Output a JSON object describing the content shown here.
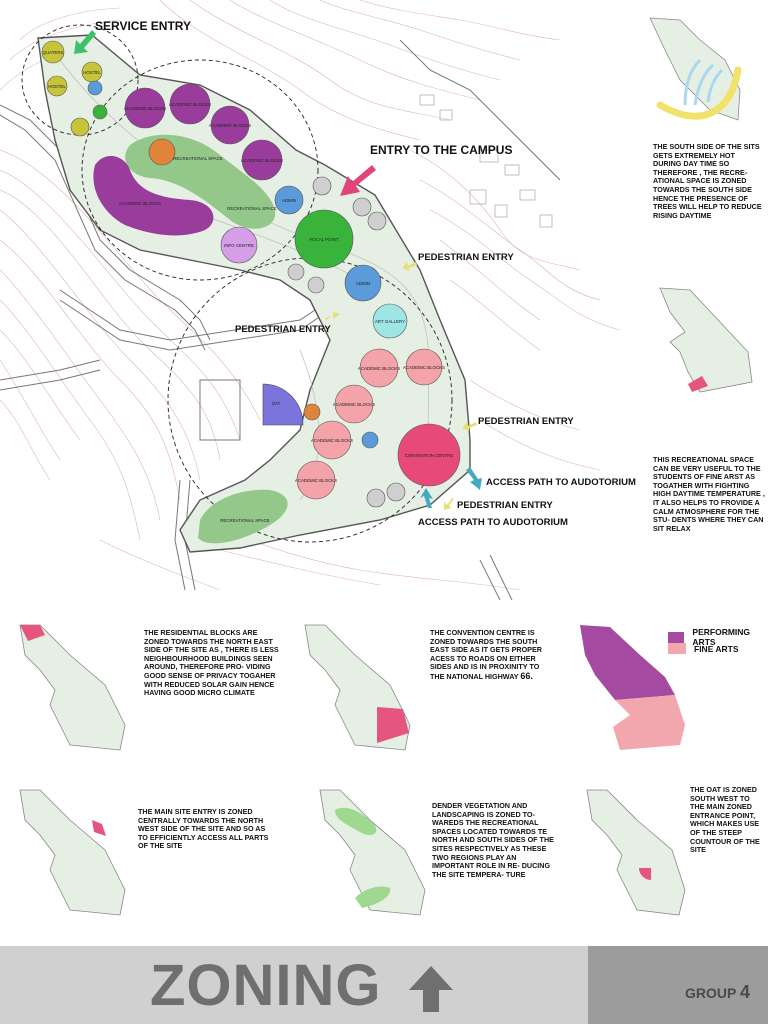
{
  "labels": {
    "service_entry": "SERVICE ENTRY",
    "entry_campus": "ENTRY TO THE CAMPUS",
    "pedestrian_entry_1": "PEDESTRIAN ENTRY",
    "pedestrian_entry_2": "PEDESTRIAN ENTRY",
    "pedestrian_entry_3": "PEDESTRIAN ENTRY",
    "pedestrian_entry_4": "PEDESTRIAN ENTRY",
    "access_path_1": "ACCESS PATH TO AUDOTORIUM",
    "access_path_2": "ACCESS PATH TO AUDOTORIUM"
  },
  "zones": {
    "quaters": "QUATERS",
    "hostel_1": "HOSTEL",
    "hostel_2": "HOSTEL",
    "academic_1": "ACADEMIC BLOCKS",
    "academic_2": "ACADEMIC BLOCKS",
    "academic_3": "ACADEMIC BLOCKS",
    "academic_4": "ACADEMIC BLOCKS",
    "academic_5": "ACADEMIC BLOCKS",
    "recreational_1": "RECREATIONAL SPACE",
    "recreational_2": "RECREATIONAL SPACE",
    "recreational_3": "RECREATIONAL SPACE",
    "admin_1": "ADMIN",
    "admin_2": "ADMIN",
    "info_centre": "INFO CENTRE",
    "focal_point": "FOCAL POINT",
    "art_gallery": "ART GALLERY",
    "fa_academic_1": "ACADEMIC BLOCKS",
    "fa_academic_2": "ACADEMIC BLOCKS",
    "fa_academic_3": "ACADEMIC BLOCKS",
    "fa_academic_4": "ACADEMIC BLOCKS",
    "fa_academic_5": "ACADEMIC BLOCKS",
    "oat": "OAT",
    "convention_centre": "CONVENTION CENTRE"
  },
  "notes": {
    "south_side": "THE SOUTH SIDE OF THE SITS GETS EXTREMELY HOT DURING DAY TIME SO THEREFORE , THE RECRE- ATIONAL SPACE IS ZONED TOWARDS THE SOUTH SIDE HENCE THE PRESENCE OF TREES WILL HELP TO REDUCE RISING DAYTIME",
    "recreational_fine_arts": "THIS RECREATIONAL SPACE CAN BE VERY USEFUL TO THE STUDENTS OF FINE ARST AS TOGATHER WITH FIGHTING HIGH DAYTIME TEMPERATURE , IT ALSO HELPS TO FROVIDE A CALM ATMOSPHERE FOR THE STU- DENTS WHERE THEY CAN SIT RELAX",
    "residential": "THE RESIDENTIAL BLOCKS ARE ZONED TOWARDS THE NORTH EAST SIDE OF THE SITE AS , THERE IS LESS NEIGHBOURHOOD BUILDINGS SEEN AROUND, THEREFORE PRO- VIDING GOOD SENSE OF PRIVACY TOGAHER WITH REDUCED SOLAR GAIN HENCE HAVING GOOD MICRO CLIMATE",
    "convention": "THE CONVENTION CENTRE IS ZONED TOWARDS THE SOUTH EAST SIDE AS IT GETS PROPER ACESS TO ROADS ON EITHER SIDES AND IS IN PROXINITY TO THE NATIONAL HIGHWAY",
    "convention_number": "66.",
    "main_entry": "THE MAIN SITE ENTRY IS ZONED CENTRALLY TOWARDS THE NORTH WEST SIDE OF THE SITE AND SO AS TO EFFICIENTLY ACCESS ALL PARTS OF THE SITE",
    "vegetation": "DENDER VEGETATION AND LANDSCAPING IS ZONED TO- WAREDS THE RECREATIONAL SPACES LOCATED TOWARDS TE NORTH AND SOUTH SIDES OF THE SITES RESPECTIVELY AS THESE TWO REGIONS PLAY AN IMPORTANT ROLE IN RE- DUCING THE SITE TEMPERA- TURE",
    "oat": "THE OAT IS ZONED SOUTH WEST TO THE MAIN ZONED ENTRANCE POINT, WHICH MAKES USE OF THE STEEP COUNTOUR OF THE SITE"
  },
  "legend": {
    "performing_arts": "PERFORMING ARTS",
    "fine_arts": "FINE ARTS"
  },
  "colors": {
    "performing_arts": "#a44aa0",
    "fine_arts": "#f2a7ae",
    "site_fill": "#e6efe3",
    "academic_purple": "#9a3c9b",
    "academic_pink": "#f4a3a9",
    "recreational_green": "#93c88a",
    "focal_green": "#3ab33c",
    "admin_blue": "#5b9bd9",
    "info_lilac": "#d59ee6",
    "gallery_cyan": "#9ee6e6",
    "hostel_yellow": "#c8c43a",
    "oat_violet": "#7b74dc",
    "convention_pink": "#e84a78",
    "highlight_pink": "#e5557f",
    "arrow_green": "#3fbf6a",
    "arrow_red": "#e0457a",
    "arrow_yellow": "#e5e070",
    "arrow_teal": "#45a9c2"
  },
  "footer": {
    "title": "ZONING",
    "group_label": "GROUP",
    "group_number": "4"
  }
}
